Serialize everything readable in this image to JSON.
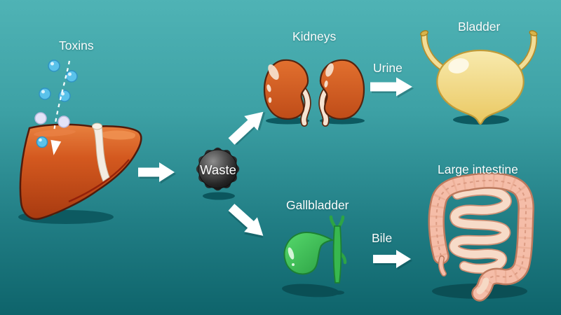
{
  "title": "Toxin elimination pathways diagram",
  "labels": {
    "toxins": "Toxins",
    "waste": "Waste",
    "kidneys": "Kidneys",
    "urine": "Urine",
    "bladder": "Bladder",
    "gallbladder": "Gallbladder",
    "bile": "Bile",
    "large_intestine": "Large intestine"
  },
  "colors": {
    "background_top": "#4fb3b5",
    "background_bottom": "#0e646b",
    "liver": "#cc5520",
    "kidney": "#d65a22",
    "bladder": "#f2dd96",
    "gallbladder_green": "#3bbf53",
    "large_intestine_pink": "#f5bda8",
    "waste_ball": "#2b2b2b",
    "toxin_dot_cyan": "#5ac2ea",
    "toxin_dot_lavender": "#e3e3f7",
    "arrow": "#ffffff",
    "label_text": "#fafdfd"
  },
  "flow": [
    {
      "from": "Toxins",
      "to": "Liver",
      "style": "dashed"
    },
    {
      "from": "Liver",
      "to": "Waste",
      "style": "solid"
    },
    {
      "from": "Waste",
      "to": "Kidneys",
      "style": "solid"
    },
    {
      "from": "Kidneys",
      "to": "Bladder",
      "label": "Urine"
    },
    {
      "from": "Waste",
      "to": "Gallbladder",
      "style": "solid"
    },
    {
      "from": "Gallbladder",
      "to": "Large intestine",
      "label": "Bile"
    }
  ]
}
